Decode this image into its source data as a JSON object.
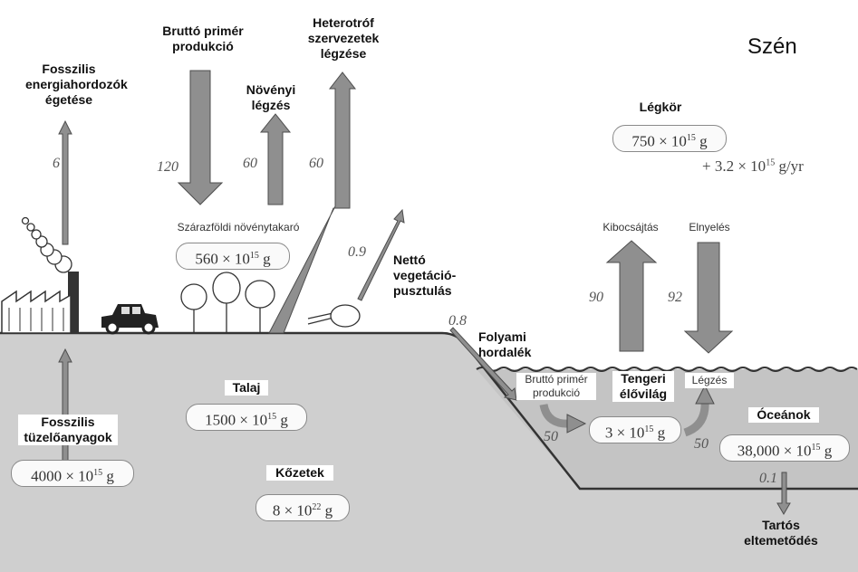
{
  "title": "Szén",
  "reservoirs": {
    "legkor": {
      "label": "Légkör",
      "amount": "750 × 10",
      "exp": "15",
      "unit": " g",
      "rate": "+ 3.2 × 10",
      "rate_exp": "15",
      "rate_unit": " g/yr"
    },
    "novenytakaro": {
      "label": "Szárazföldi növénytakaró",
      "amount": "560 × 10",
      "exp": "15",
      "unit": " g"
    },
    "talaj": {
      "label": "Talaj",
      "amount": "1500 × 10",
      "exp": "15",
      "unit": " g"
    },
    "fosszilis": {
      "label_line1": "Fosszilis",
      "label_line2": "tüzelőanyagok",
      "amount": "4000 × 10",
      "exp": "15",
      "unit": " g"
    },
    "kozetek": {
      "label": "Kőzetek",
      "amount": "8 × 10",
      "exp": "22",
      "unit": " g"
    },
    "tengeri": {
      "label_line1": "Tengeri",
      "label_line2": "élővilág",
      "amount": "3 × 10",
      "exp": "15",
      "unit": " g"
    },
    "oceanok": {
      "label": "Óceánok",
      "amount": "38,000 × 10",
      "exp": "15",
      "unit": " g"
    }
  },
  "fluxes": {
    "egetes": {
      "line1": "Fosszilis",
      "line2": "energiahordozók",
      "line3": "égetése",
      "value": "6"
    },
    "brutto_szarazfoldi": {
      "line1": "Bruttó primér",
      "line2": "produkció",
      "value": "120"
    },
    "novenyi_legzes": {
      "line1": "Növényi",
      "line2": "légzés",
      "value": "60"
    },
    "heterotrof": {
      "line1": "Heterotróf",
      "line2": "szervezetek",
      "line3": "légzése",
      "value": "60"
    },
    "pusztulas": {
      "line1": "Nettó",
      "line2": "vegetáció-",
      "line3": "pusztulás",
      "value": "0.9"
    },
    "folyami": {
      "line1": "Folyami",
      "line2": "hordalék",
      "value": "0.8"
    },
    "kibocsatas": {
      "label": "Kibocsájtás",
      "value": "90"
    },
    "elnyeles": {
      "label": "Elnyelés",
      "value": "92"
    },
    "brutto_tengeri": {
      "line1": "Bruttó primér",
      "line2": "produkció",
      "value": "50"
    },
    "tengeri_legzes": {
      "label": "Légzés",
      "value": "50"
    },
    "eltemetodes": {
      "line1": "Tartós",
      "line2": "eltemetődés",
      "value": "0.1"
    }
  },
  "colors": {
    "ground": "#cfcfcf",
    "arrow": "#8f8f8f",
    "outline": "#333333"
  }
}
